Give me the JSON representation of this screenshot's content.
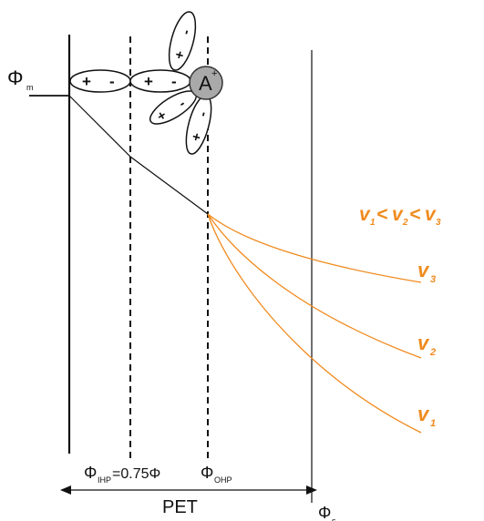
{
  "labels": {
    "phi_m_symbol": "Φ",
    "phi_m_sub": "m",
    "ihp_symbol": "Φ",
    "ihp_sub": "IHP",
    "ihp_value": "=0.75Φ",
    "ohp_symbol": "Φ",
    "ohp_sub": "OHP",
    "pet": "PET",
    "phi_s_symbol": "Φ",
    "phi_s_sub": "s"
  },
  "ion": {
    "letter": "A",
    "charge": "+"
  },
  "dipoles": {
    "plus": "+",
    "minus": "-"
  },
  "velocity": {
    "v1_base": "v",
    "v1_sub": "1",
    "v2_base": "v",
    "v2_sub": "2",
    "v3_base": "v",
    "v3_sub": "3",
    "lt": "<"
  },
  "colors": {
    "orange": "#f08a1d",
    "line": "#111111",
    "ion_fill": "#a9a9a9"
  }
}
